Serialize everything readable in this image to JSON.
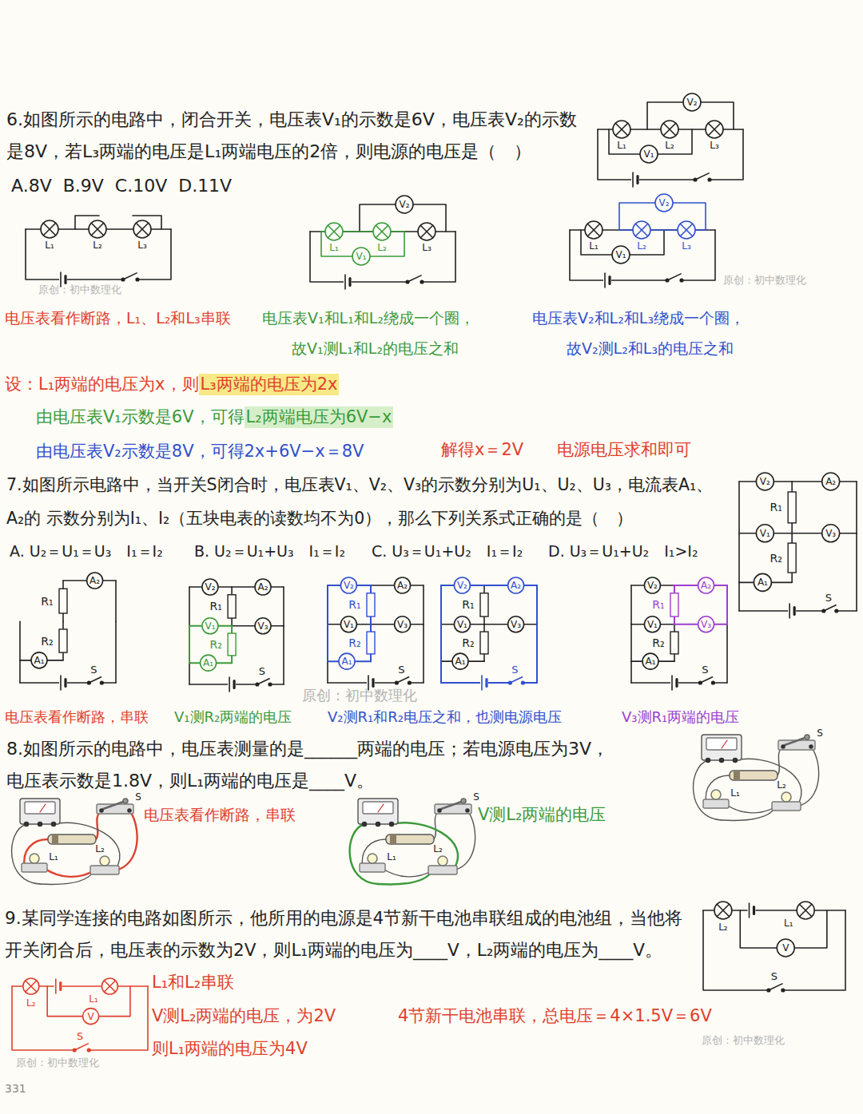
{
  "diagram": {
    "labels": [
      "6.如图所示的电路中，闭合开关，电压表V₁的示数是6V，电压表V₂的示数 是8V，若L₃两端的电压是L₁两端电压的2倍，则电源的电压是（　）",
      "A.8V  B.9V  C.10V  D.11V",
      "V₂",
      "L₁",
      "L₂",
      "L₃",
      "V₁",
      "L₁",
      "L₂",
      "L₃",
      "原创：初中数理化",
      "V₂",
      "L₁",
      "L₂",
      "L₃",
      "V₁",
      "V₂",
      "L₁",
      "L₂",
      "L₃",
      "V₁",
      "原创：初中数理化",
      "电压表看作断路，L₁、L₂和L₃串联",
      "电压表V₁和L₁和L₂绕成一个圈， 故V₁测L₁和L₂的电压之和",
      "电压表V₂和L₂和L₃绕成一个圈， 故V₂测L₂和L₃的电压之和",
      "设：L₁两端的电压为x，则",
      "L₃两端的电压为2x",
      "由电压表V₁示数是6V，可得",
      "L₂两端电压为6V−x",
      "由电压表V₂示数是8V，可得2x+6V−x＝8V",
      "解得x＝2V",
      "电源电压求和即可",
      "7.如图所示电路中，当开关S闭合时，电压表V₁、V₂、V₃的示数分别为U₁、U₂、U₃，电流表A₁、A₂的 示数分别为I₁、I₂（五块电表的读数均不为0），那么下列关系式正确的是（　）",
      "A. U₂＝U₁＝U₃　I₁＝I₂",
      "B. U₂＝U₁+U₃　I₁＝I₂",
      "C. U₃＝U₁+U₂　I₁＝I₂",
      "D. U₃＝U₁+U₂　I₁>I₂",
      "V₂",
      "A₂",
      "R₁",
      "V₁",
      "V₃",
      "R₂",
      "A₁",
      "S",
      "A₂",
      "R₁",
      "R₂",
      "A₁",
      "S",
      "V₂",
      "A₂",
      "R₁",
      "V₁",
      "V₃",
      "R₂",
      "A₁",
      "S",
      "V₂",
      "A₂",
      "R₁",
      "V₁",
      "V₃",
      "R₂",
      "A₁",
      "S",
      "V₂",
      "A₂",
      "R₁",
      "V₁",
      "V₃",
      "R₂",
      "A₁",
      "S",
      "原创：初中数理化",
      "V₂",
      "A₂",
      "R₁",
      "V₁",
      "V₃",
      "R₂",
      "A₁",
      "S",
      "电压表看作断路，串联",
      "V₁测R₂两端的电压",
      "V₂测R₁和R₂电压之和，也测电源电压",
      "V₃测R₁两端的电压",
      "8.如图所示的电路中，电压表测量的是______两端的电压；若电源电压为3V， 电压表示数是1.8V，则L₁两端的电压是____V。",
      "S",
      "L₁",
      "L₂",
      "S",
      "L₁",
      "L₂",
      "电压表看作断路，串联",
      "S",
      "L₁",
      "L₂",
      "V测L₂两端的电压",
      "9.某同学连接的电路如图所示，他所用的电源是4节新干电池串联组成的电池组，当他将 开关闭合后，电压表的示数为2V，则L₁两端的电压为____V，L₂两端的电压为____V。",
      "L₂",
      "L₁",
      "V",
      "S",
      "L₂",
      "L₁",
      "V",
      "S",
      "L₁和L₂串联",
      "V测L₂两端的电压，为2V",
      "4节新干电池串联，总电压＝4×1.5V＝6V",
      "原创：初中数理化",
      "则L₁两端的电压为4V",
      "原创：初中数理化",
      "331"
    ]
  }
}
